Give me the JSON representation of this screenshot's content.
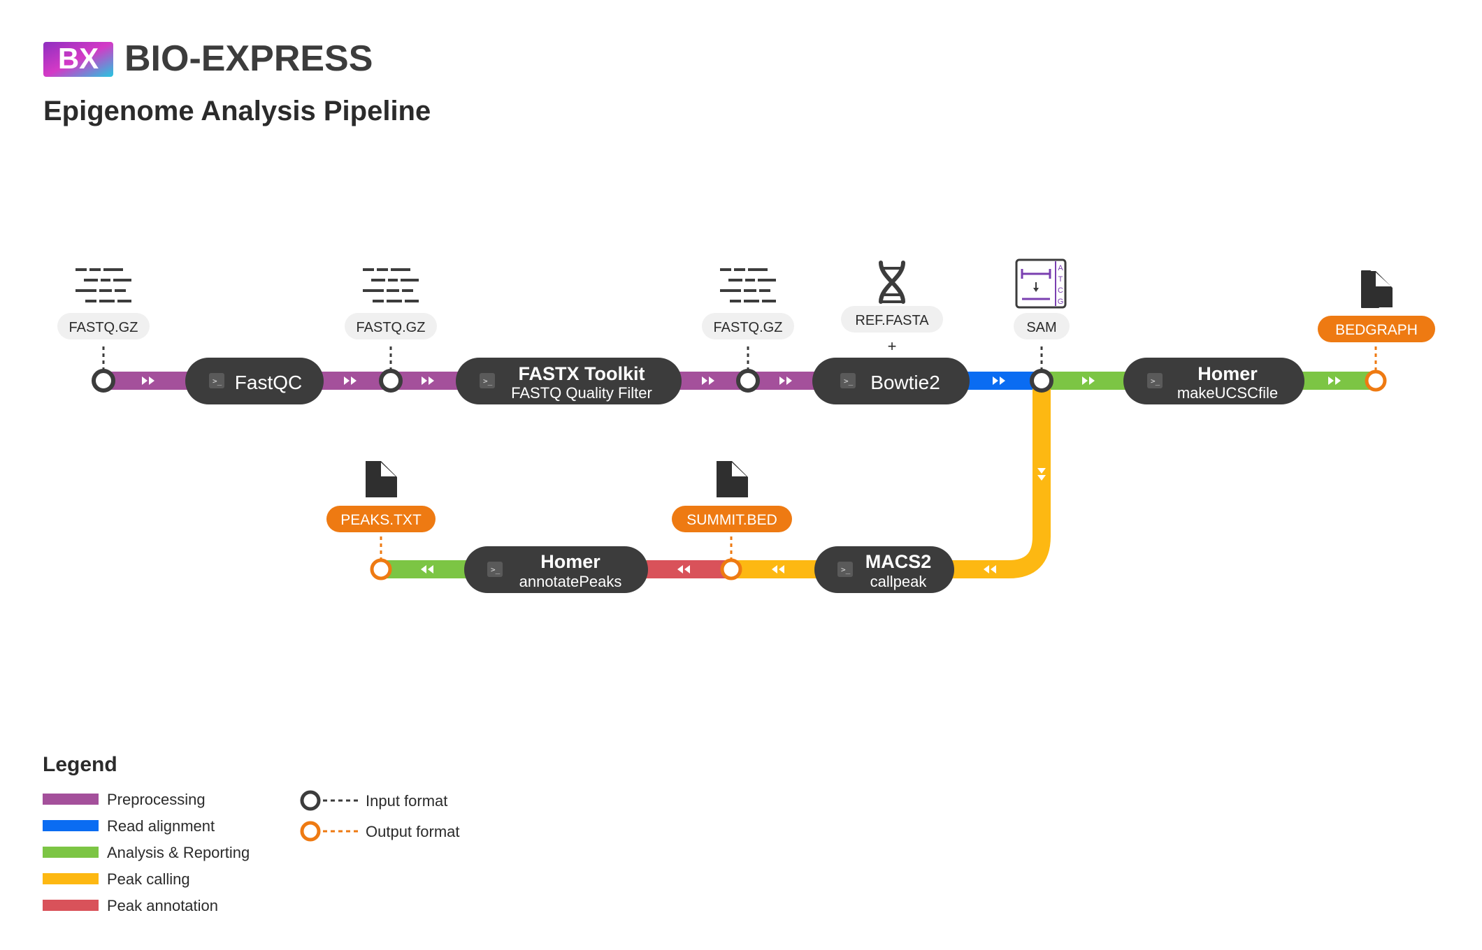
{
  "header": {
    "logo_text": "BX",
    "brand": "BIO-EXPRESS",
    "title": "Epigenome Analysis Pipeline"
  },
  "colors": {
    "preprocessing": "#a4509b",
    "read_alignment": "#0a6cf2",
    "analysis_reporting": "#7cc544",
    "peak_calling": "#fdb812",
    "peak_annotation": "#d9525a",
    "node_dark": "#3c3c3c",
    "output_orange": "#ee7a12"
  },
  "tools": {
    "fastqc": {
      "name": "FastQC",
      "sub": ""
    },
    "fastx": {
      "name": "FASTX Toolkit",
      "sub": "FASTQ Quality Filter"
    },
    "bowtie2": {
      "name": "Bowtie2",
      "sub": ""
    },
    "homer_ucsc": {
      "name": "Homer",
      "sub": "makeUCSCfile"
    },
    "macs2": {
      "name": "MACS2",
      "sub": "callpeak"
    },
    "homer_annot": {
      "name": "Homer",
      "sub": "annotatePeaks"
    }
  },
  "formats": {
    "fastq1": {
      "label": "FASTQ.GZ",
      "icon": "sequence-lines-icon"
    },
    "fastq2": {
      "label": "FASTQ.GZ",
      "icon": "sequence-lines-icon"
    },
    "fastq3": {
      "label": "FASTQ.GZ",
      "icon": "sequence-lines-icon"
    },
    "ref": {
      "label": "REF.FASTA",
      "icon": "dna-icon",
      "plus": "+"
    },
    "sam": {
      "label": "SAM",
      "icon": "alignment-icon",
      "letters": [
        "A",
        "T",
        "C",
        "G"
      ]
    },
    "bedgraph": {
      "label": "BEDGRAPH",
      "icon": "file-icon"
    },
    "summit": {
      "label": "SUMMIT.BED",
      "icon": "file-icon"
    },
    "peaks": {
      "label": "PEAKS.TXT",
      "icon": "file-icon"
    }
  },
  "legend": {
    "title": "Legend",
    "categories": [
      {
        "label": "Preprocessing",
        "color": "#a4509b"
      },
      {
        "label": "Read alignment",
        "color": "#0a6cf2"
      },
      {
        "label": "Analysis & Reporting",
        "color": "#7cc544"
      },
      {
        "label": "Peak calling",
        "color": "#fdb812"
      },
      {
        "label": "Peak annotation",
        "color": "#d9525a"
      }
    ],
    "formats": [
      {
        "label": "Input format"
      },
      {
        "label": "Output format"
      }
    ]
  }
}
